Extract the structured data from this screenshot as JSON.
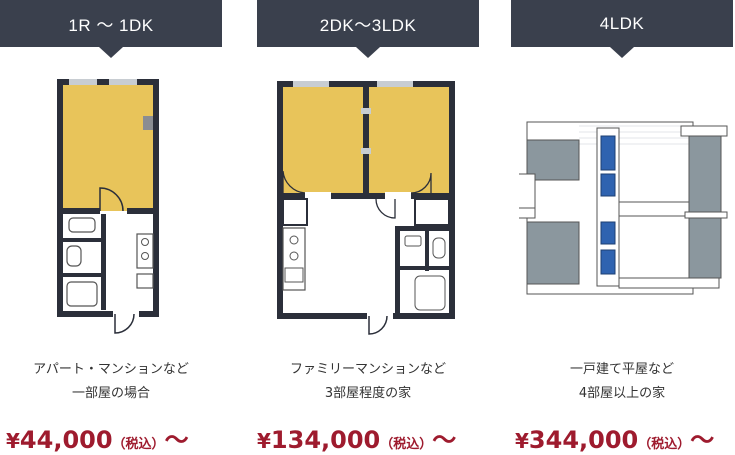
{
  "plans": [
    {
      "tab": "1R ～ 1DK",
      "desc_line1": "アパート・マンションなど",
      "desc_line2": "一部屋の場合",
      "price_yen": "¥",
      "price_amount": "44,000",
      "price_tax": "（税込）",
      "price_tilde": "～"
    },
    {
      "tab": "2DK～3LDK",
      "desc_line1": "ファミリーマンションなど",
      "desc_line2": "3部屋程度の家",
      "price_yen": "¥",
      "price_amount": "134,000",
      "price_tax": "（税込）",
      "price_tilde": "～"
    },
    {
      "tab": "4LDK",
      "desc_line1": "一戸建て平屋など",
      "desc_line2": "4部屋以上の家",
      "price_yen": "¥",
      "price_amount": "344,000",
      "price_tax": "（税込）",
      "price_tilde": "～"
    }
  ],
  "colors": {
    "tab_bg": "#3a404d",
    "room_fill": "#e8c45a",
    "wall": "#2b2f3a",
    "price": "#9e1b2e",
    "house_gray": "#8b979e",
    "window_blue": "#2f63b0"
  }
}
